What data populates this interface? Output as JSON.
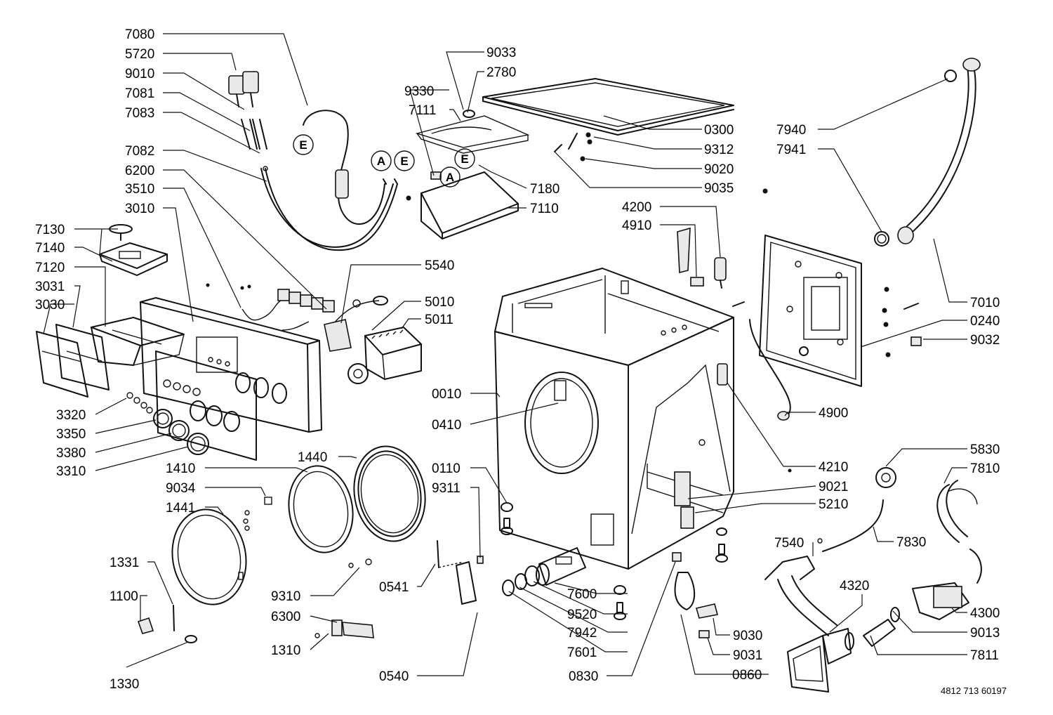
{
  "labels": [
    {
      "text": "7080"
    },
    {
      "text": "5720"
    },
    {
      "text": "9010"
    },
    {
      "text": "7081"
    },
    {
      "text": "7083"
    },
    {
      "text": "7082"
    },
    {
      "text": "6200"
    },
    {
      "text": "3510"
    },
    {
      "text": "3010"
    },
    {
      "text": "7130"
    },
    {
      "text": "7140"
    },
    {
      "text": "7120"
    },
    {
      "text": "3031"
    },
    {
      "text": "3030"
    },
    {
      "text": "3320"
    },
    {
      "text": "3350"
    },
    {
      "text": "3380"
    },
    {
      "text": "3310"
    },
    {
      "text": "1410"
    },
    {
      "text": "1440"
    },
    {
      "text": "9034"
    },
    {
      "text": "1441"
    },
    {
      "text": "1331"
    },
    {
      "text": "1100"
    },
    {
      "text": "1330"
    },
    {
      "text": "9310"
    },
    {
      "text": "6300"
    },
    {
      "text": "1310"
    },
    {
      "text": "0541"
    },
    {
      "text": "0540"
    },
    {
      "text": "9330"
    },
    {
      "text": "7111"
    },
    {
      "text": "9033"
    },
    {
      "text": "2780"
    },
    {
      "text": "0300"
    },
    {
      "text": "9312"
    },
    {
      "text": "9020"
    },
    {
      "text": "9035"
    },
    {
      "text": "7180"
    },
    {
      "text": "7110"
    },
    {
      "text": "5540"
    },
    {
      "text": "5010"
    },
    {
      "text": "5011"
    },
    {
      "text": "0010"
    },
    {
      "text": "0410"
    },
    {
      "text": "0110"
    },
    {
      "text": "9311"
    },
    {
      "text": "7600"
    },
    {
      "text": "9520"
    },
    {
      "text": "7942"
    },
    {
      "text": "7601"
    },
    {
      "text": "0830"
    },
    {
      "text": "0860"
    },
    {
      "text": "4200"
    },
    {
      "text": "4910"
    },
    {
      "text": "4900"
    },
    {
      "text": "4210"
    },
    {
      "text": "9021"
    },
    {
      "text": "5210"
    },
    {
      "text": "9030"
    },
    {
      "text": "9031"
    },
    {
      "text": "7940"
    },
    {
      "text": "7941"
    },
    {
      "text": "7010"
    },
    {
      "text": "0240"
    },
    {
      "text": "9032"
    },
    {
      "text": "5830"
    },
    {
      "text": "7810"
    },
    {
      "text": "7830"
    },
    {
      "text": "7540"
    },
    {
      "text": "4320"
    },
    {
      "text": "4300"
    },
    {
      "text": "9013"
    },
    {
      "text": "7811"
    }
  ],
  "callout_marks": [
    {
      "text": "E"
    },
    {
      "text": "A"
    },
    {
      "text": "E"
    },
    {
      "text": "E"
    },
    {
      "text": "A"
    }
  ],
  "reference_number": "4812 713 60197"
}
